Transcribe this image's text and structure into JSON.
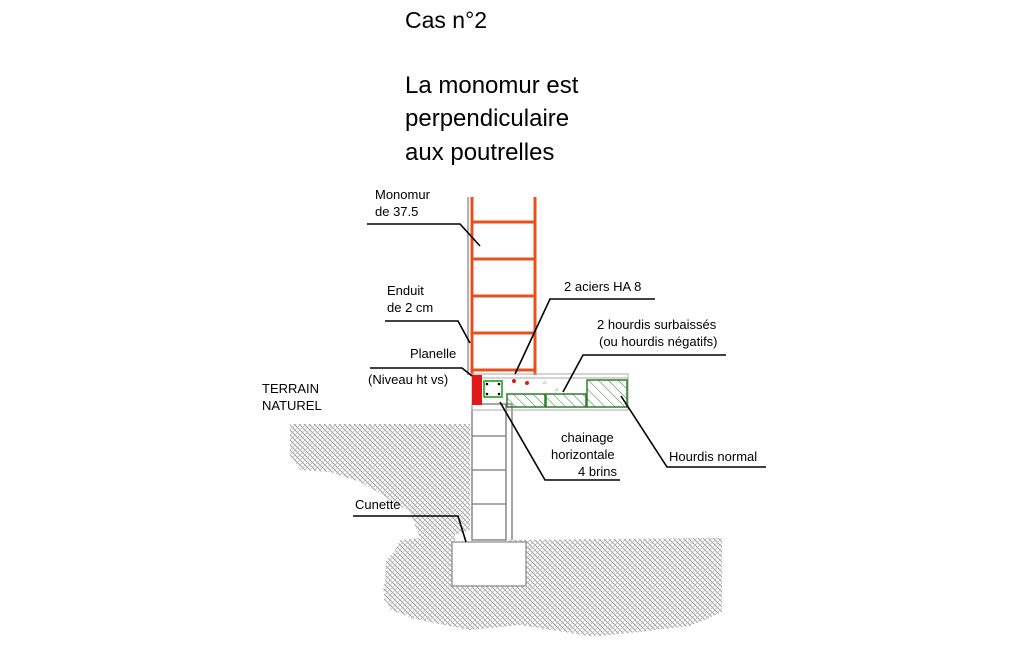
{
  "header": {
    "case": "Cas n°2",
    "lines": [
      "La monomur est",
      "perpendiculaire",
      "aux poutrelles"
    ]
  },
  "labels": {
    "monomur": [
      "Monomur",
      "de 37.5"
    ],
    "enduit": [
      "Enduit",
      "de 2 cm"
    ],
    "planelle": "Planelle",
    "niveau": "(Niveau ht vs)",
    "terrain": [
      "TERRAIN",
      "NATUREL"
    ],
    "cunette": "Cunette",
    "aciers": "2 aciers HA 8",
    "hourdis_surb": [
      "2 hourdis surbaissés",
      "(ou hourdis négatifs)"
    ],
    "chainage": [
      "chainage",
      "horizontale",
      "4 brins"
    ],
    "hourdis_normal": "Hourdis normal"
  },
  "colors": {
    "monomur": "#e8501e",
    "planelle": "#e01818",
    "hourdis": "#2e7d2e",
    "chainage_rebar": "#22a022",
    "ground": "#8a8a8a"
  }
}
